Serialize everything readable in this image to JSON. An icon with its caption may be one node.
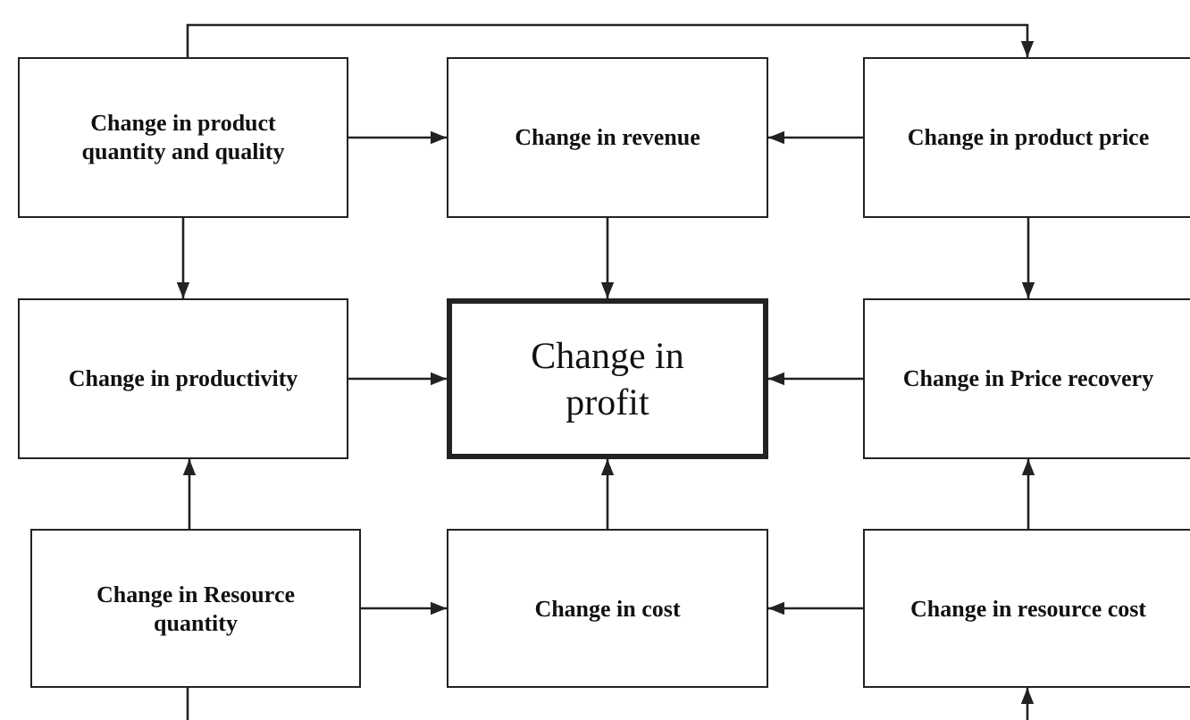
{
  "diagram": {
    "nodes": [
      {
        "text": [
          "Change in product quantity and quality"
        ]
      },
      {
        "text": [
          "Change in revenue"
        ]
      },
      {
        "text": [
          "Change in product price"
        ]
      },
      {
        "text": [
          "Change in productivity"
        ]
      },
      {
        "text": [
          "Change in profit"
        ]
      },
      {
        "text": [
          "Change in Price recovery"
        ]
      },
      {
        "text": [
          "Change in Resource quantity"
        ]
      },
      {
        "text": [
          "Change in cost"
        ]
      },
      {
        "text": [
          "Change in resource cost"
        ]
      }
    ],
    "edges": [
      {
        "from": 0,
        "to": 2,
        "arrow": "to"
      },
      {
        "from": 0,
        "to": 1,
        "arrow": "to"
      },
      {
        "from": 2,
        "to": 1,
        "arrow": "to"
      },
      {
        "from": 0,
        "to": 3,
        "arrow": "to"
      },
      {
        "from": 1,
        "to": 4,
        "arrow": "to"
      },
      {
        "from": 2,
        "to": 5,
        "arrow": "to"
      },
      {
        "from": 3,
        "to": 4,
        "arrow": "to"
      },
      {
        "from": 5,
        "to": 4,
        "arrow": "to"
      },
      {
        "from": 6,
        "to": 3,
        "arrow": "to"
      },
      {
        "from": 7,
        "to": 4,
        "arrow": "to"
      },
      {
        "from": 8,
        "to": 5,
        "arrow": "to"
      },
      {
        "from": 6,
        "to": 7,
        "arrow": "to"
      },
      {
        "from": 8,
        "to": 7,
        "arrow": "to"
      },
      {
        "from": 6,
        "to": null,
        "arrow": "none"
      },
      {
        "from": null,
        "to": 8,
        "arrow": "to"
      }
    ]
  }
}
